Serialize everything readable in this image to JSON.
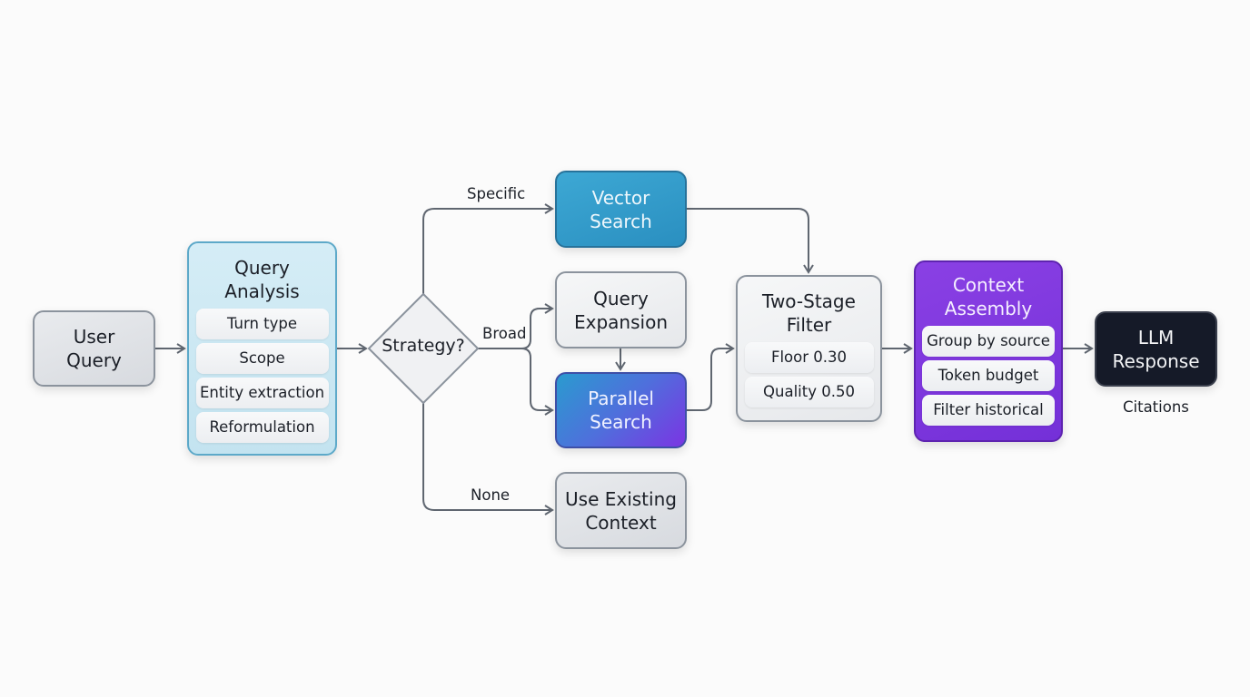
{
  "diagram": {
    "nodes": {
      "user_query": {
        "label": "User\nQuery"
      },
      "query_analysis": {
        "label": "Query\nAnalysis",
        "items": [
          "Turn type",
          "Scope",
          "Entity extraction",
          "Reformulation"
        ]
      },
      "strategy": {
        "label": "Strategy?"
      },
      "vector_search": {
        "label": "Vector\nSearch"
      },
      "query_expansion": {
        "label": "Query\nExpansion"
      },
      "parallel_search": {
        "label": "Parallel\nSearch"
      },
      "use_existing_context": {
        "label": "Use Existing\nContext"
      },
      "two_stage_filter": {
        "label": "Two-Stage\nFilter",
        "items": [
          "Floor 0.30",
          "Quality 0.50"
        ]
      },
      "context_assembly": {
        "label": "Context\nAssembly",
        "items": [
          "Group by source",
          "Token budget",
          "Filter historical"
        ]
      },
      "llm_response": {
        "label": "LLM\nResponse",
        "caption": "Citations"
      }
    },
    "edge_labels": {
      "specific": "Specific",
      "broad": "Broad",
      "none": "None"
    },
    "edges": [
      {
        "from": "user_query",
        "to": "query_analysis"
      },
      {
        "from": "query_analysis",
        "to": "strategy"
      },
      {
        "from": "strategy",
        "to": "vector_search",
        "label": "Specific"
      },
      {
        "from": "strategy",
        "to": "query_expansion",
        "label": "Broad"
      },
      {
        "from": "strategy",
        "to": "parallel_search",
        "label": "Broad"
      },
      {
        "from": "strategy",
        "to": "use_existing_context",
        "label": "None"
      },
      {
        "from": "query_expansion",
        "to": "parallel_search"
      },
      {
        "from": "vector_search",
        "to": "two_stage_filter"
      },
      {
        "from": "parallel_search",
        "to": "two_stage_filter"
      },
      {
        "from": "two_stage_filter",
        "to": "context_assembly"
      },
      {
        "from": "context_assembly",
        "to": "llm_response"
      }
    ],
    "colors": {
      "connector": "#5f6670",
      "vector_search": "#3199c8",
      "parallel_gradient_start": "#2a9bcf",
      "parallel_gradient_end": "#7b34e3",
      "context_assembly": "#7d36dd",
      "llm_response": "#151a28",
      "query_analysis": "#cce8f3"
    }
  }
}
